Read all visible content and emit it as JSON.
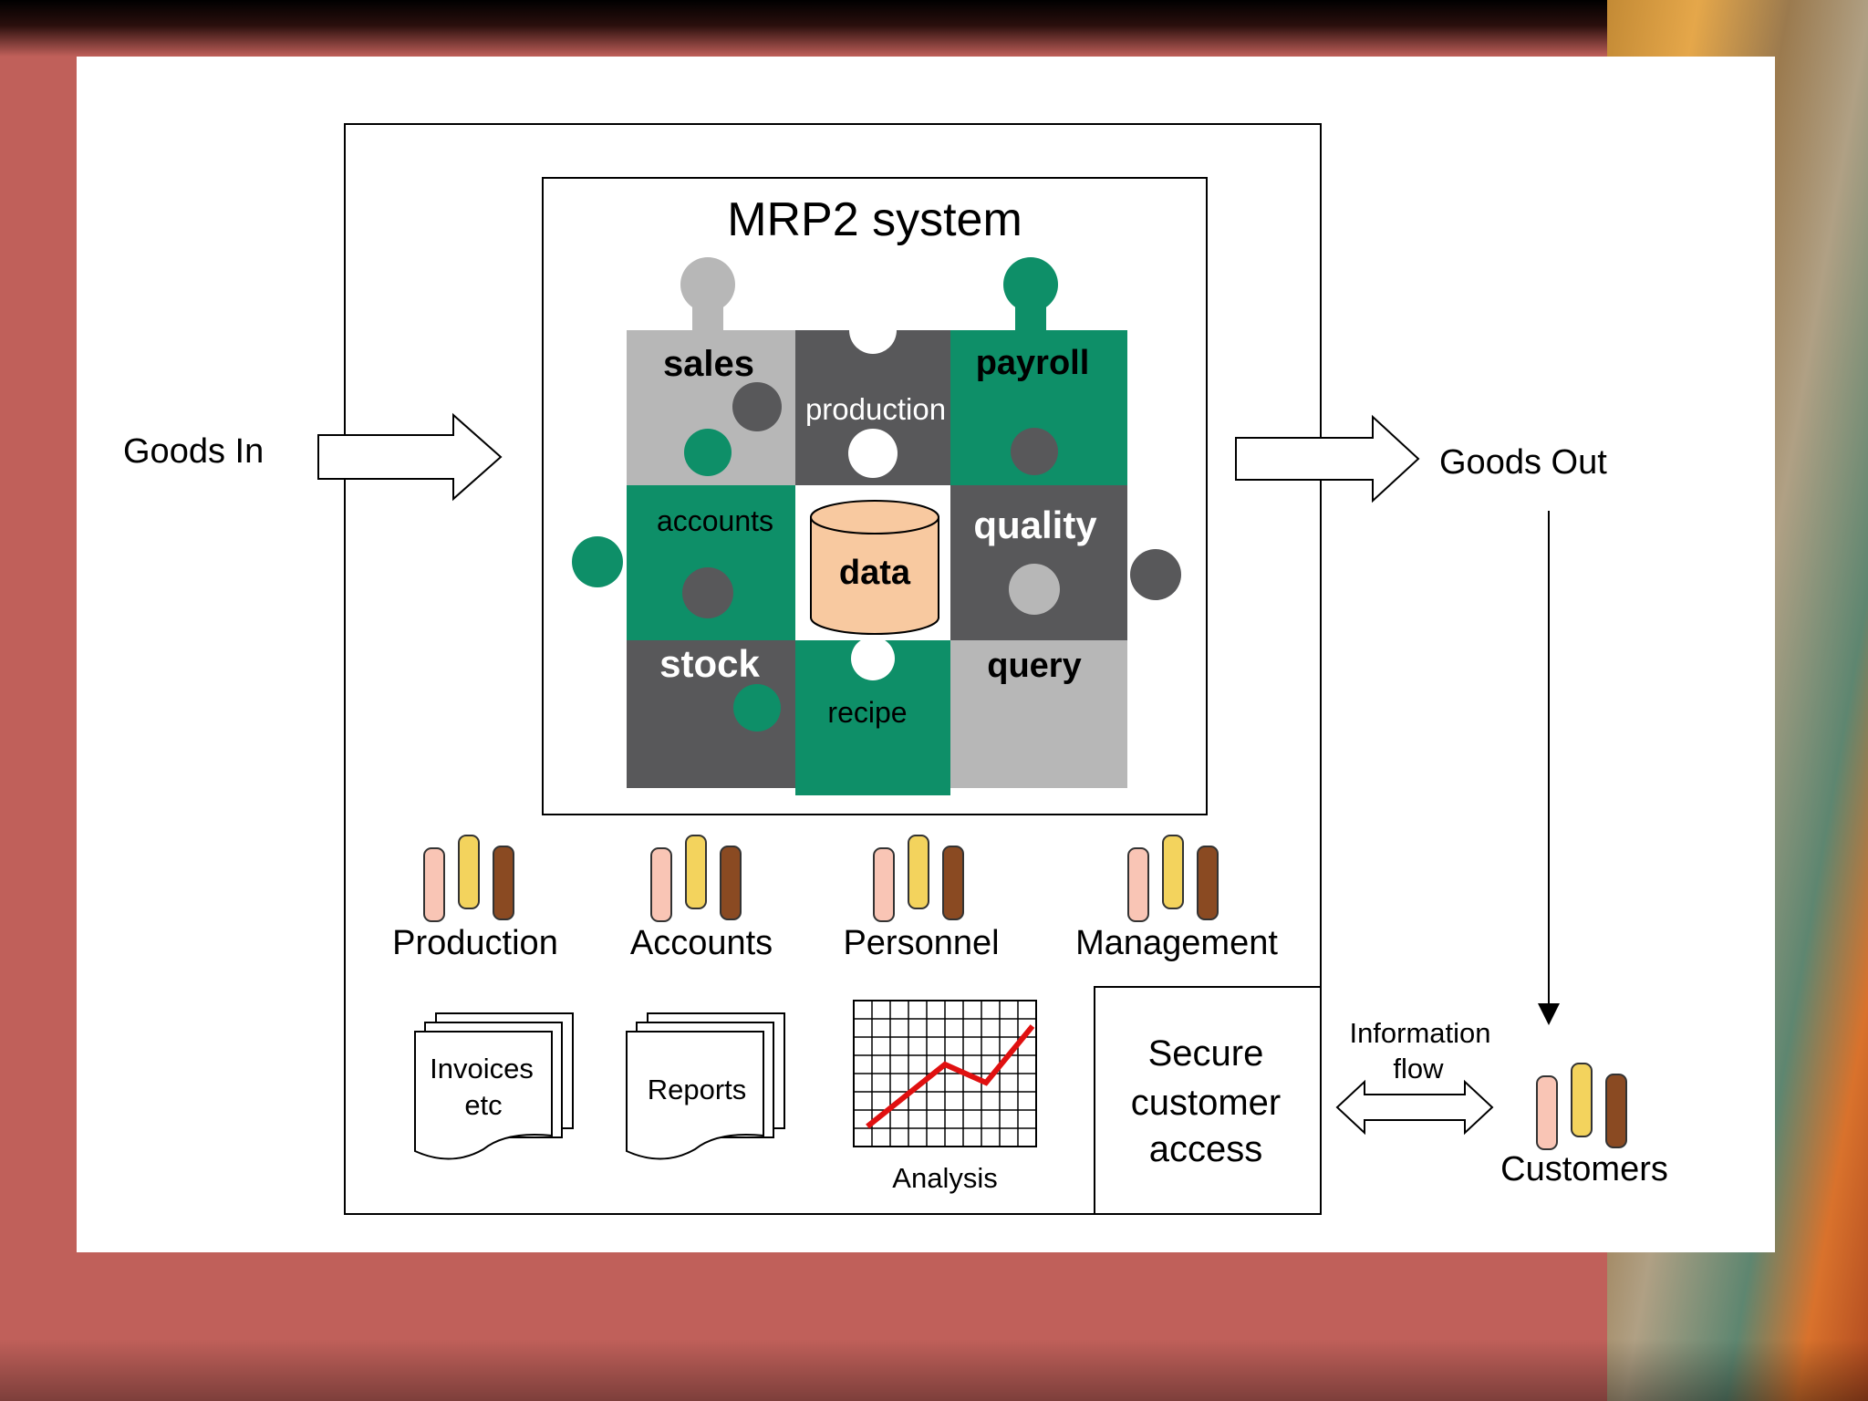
{
  "diagram": {
    "title": "MRP2 system",
    "goods_in": "Goods In",
    "goods_out": "Goods Out",
    "puzzle": {
      "sales": "sales",
      "production": "production",
      "payroll": "payroll",
      "accounts": "accounts",
      "data": "data",
      "quality": "quality",
      "stock": "stock",
      "recipe": "recipe",
      "query": "query"
    },
    "departments": [
      "Production",
      "Accounts",
      "Personnel",
      "Management"
    ],
    "documents": {
      "invoices_line1": "Invoices",
      "invoices_line2": "etc",
      "reports": "Reports",
      "analysis": "Analysis"
    },
    "secure_access": [
      "Secure",
      "customer",
      "access"
    ],
    "info_flow": [
      "Information",
      "flow"
    ],
    "customers": "Customers"
  },
  "colors": {
    "green": "#0e8f68",
    "dark_gray": "#58585a",
    "light_gray": "#b7b7b7",
    "data_peach": "#f8c9a0",
    "trend_red": "#e01010",
    "slide_border_red": "#c0605a"
  }
}
